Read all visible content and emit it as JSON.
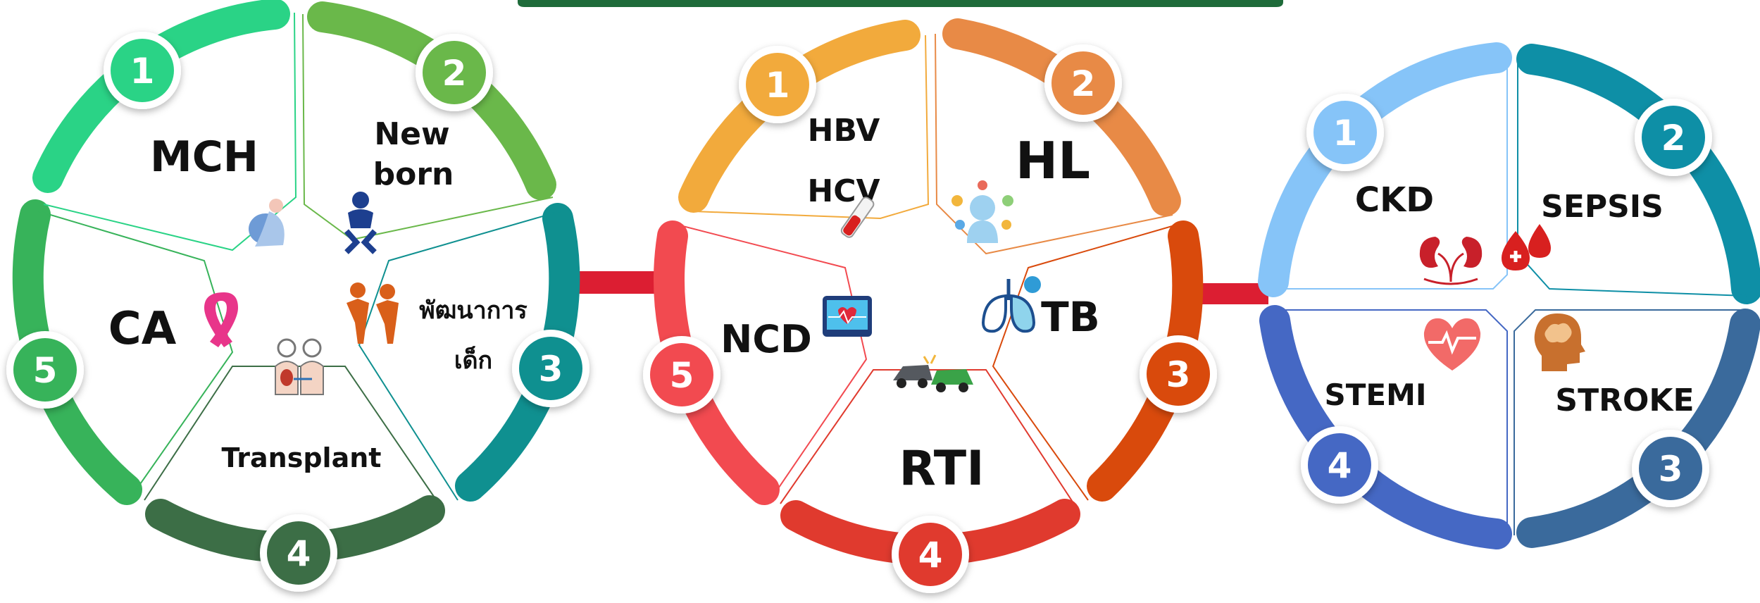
{
  "top_bar_color": "#1e6b3a",
  "connector_color": "#dc1e32",
  "wheels": [
    {
      "id": "wheel-1",
      "segments": [
        {
          "num": "1",
          "color": "#2ad386",
          "labels": [
            "MCH"
          ],
          "icon": "pregnant-mother-icon"
        },
        {
          "num": "2",
          "color": "#6ab84a",
          "labels": [
            "New",
            "born"
          ],
          "icon": "baby-icon"
        },
        {
          "num": "3",
          "color": "#0f9090",
          "labels": [
            "พัฒนาการ",
            "เด็ก"
          ],
          "icon": "children-icon"
        },
        {
          "num": "4",
          "color": "#3c6e46",
          "labels": [
            "Transplant"
          ],
          "icon": "organ-transplant-icon"
        },
        {
          "num": "5",
          "color": "#37b35a",
          "labels": [
            "CA"
          ],
          "icon": "cancer-ribbon-icon"
        }
      ]
    },
    {
      "id": "wheel-2",
      "segments": [
        {
          "num": "1",
          "color": "#f2aa3c",
          "labels": [
            "HBV",
            "HCV"
          ],
          "icon": "blood-test-tube-icon"
        },
        {
          "num": "2",
          "color": "#e88a46",
          "labels": [
            "HL"
          ],
          "icon": "health-literacy-icon"
        },
        {
          "num": "3",
          "color": "#d94a0c",
          "labels": [
            "TB"
          ],
          "icon": "lungs-icon"
        },
        {
          "num": "4",
          "color": "#e03a2e",
          "labels": [
            "RTI"
          ],
          "icon": "car-crash-icon"
        },
        {
          "num": "5",
          "color": "#f24a50",
          "labels": [
            "NCD"
          ],
          "icon": "heart-monitor-icon"
        }
      ]
    },
    {
      "id": "wheel-3",
      "segments": [
        {
          "num": "1",
          "color": "#86c4f8",
          "labels": [
            "CKD"
          ],
          "icon": "kidneys-icon"
        },
        {
          "num": "2",
          "color": "#0e8fa6",
          "labels": [
            "SEPSIS"
          ],
          "icon": "blood-drops-icon"
        },
        {
          "num": "3",
          "color": "#3a6a9c",
          "labels": [
            "STROKE"
          ],
          "icon": "brain-head-icon"
        },
        {
          "num": "4",
          "color": "#4568c4",
          "labels": [
            "STEMI"
          ],
          "icon": "heartbeat-icon"
        }
      ]
    }
  ]
}
